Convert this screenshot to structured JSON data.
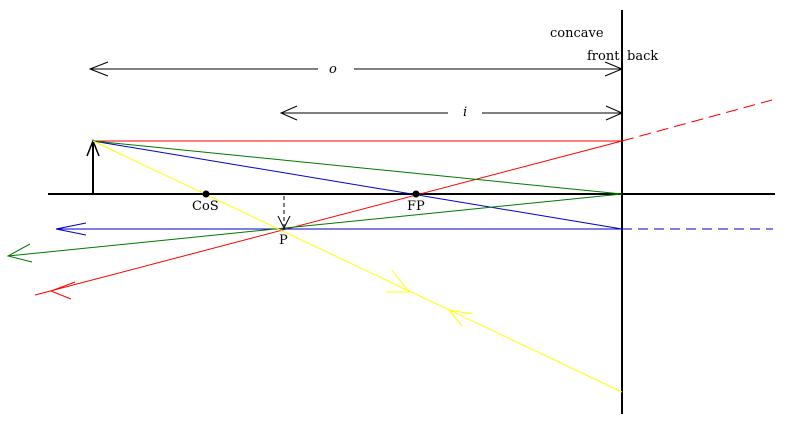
{
  "labels": {
    "mirror_type": "concave",
    "front": "front",
    "back": "back",
    "object_distance": "o",
    "image_distance": "i",
    "center_of_sphere": "CoS",
    "focal_point": "FP",
    "point": "P"
  },
  "colors": {
    "axis": "#000000",
    "ray_parallel": "#ff0000",
    "ray_focal": "#0000c8",
    "ray_vertex": "#007a00",
    "ray_center": "#ffff00",
    "background": "#ffffff"
  }
}
